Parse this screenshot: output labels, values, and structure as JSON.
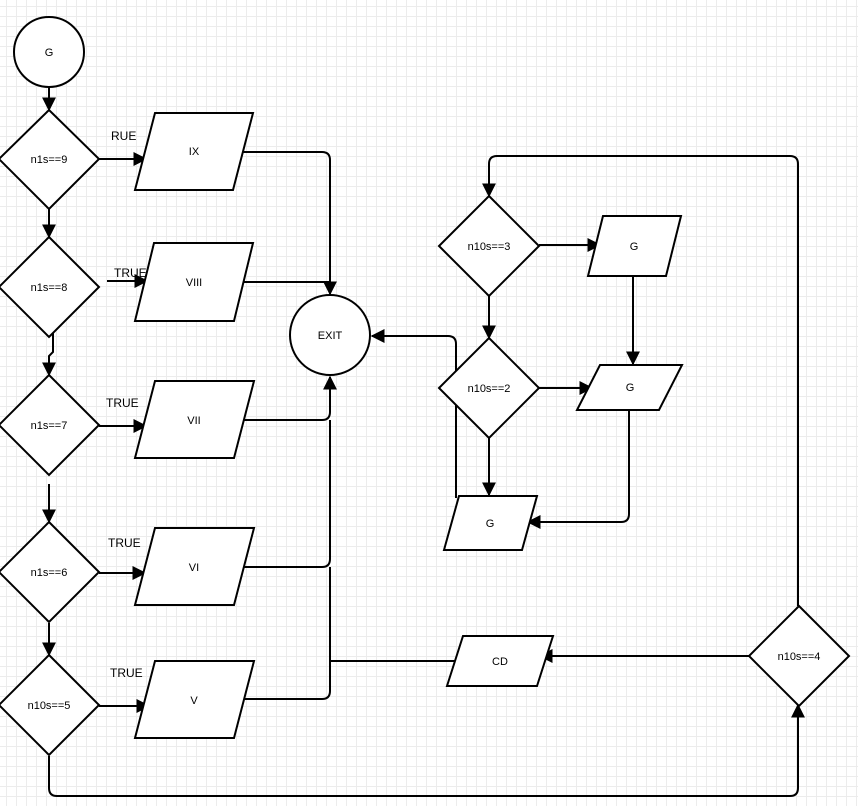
{
  "nodes": {
    "start": "G",
    "d_n1s9": "n1s==9",
    "d_n1s8": "n1s==8",
    "d_n1s7": "n1s==7",
    "d_n1s6": "n1s==6",
    "d_n10s5": "n10s==5",
    "o_ix": "IX",
    "o_viii": "VIII",
    "o_vii": "VII",
    "o_vi": "VI",
    "o_v": "V",
    "exit": "EXIT",
    "d_n10s3": "n10s==3",
    "d_n10s2": "n10s==2",
    "o_g1": "G",
    "o_g2": "G",
    "o_g3": "G",
    "o_cd": "CD",
    "d_n10s4": "n10s==4"
  },
  "edge_labels": {
    "l9": "RUE",
    "l8": "TRUE",
    "l7": "TRUE",
    "l6": "TRUE",
    "l5": "TRUE"
  }
}
